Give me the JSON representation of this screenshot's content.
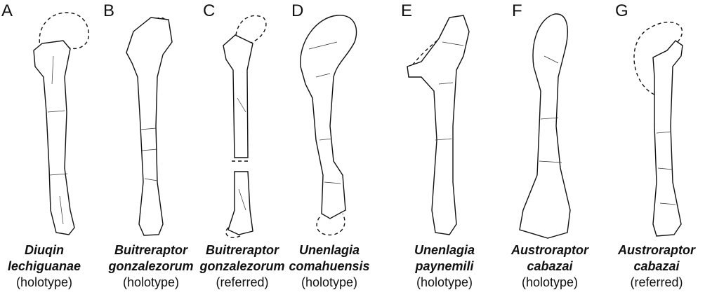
{
  "panels": [
    {
      "letter": "A",
      "species_line1": "Diuqin",
      "species_line2": "lechiguanae",
      "status": "(holotype)"
    },
    {
      "letter": "B",
      "species_line1": "Buitreraptor",
      "species_line2": "gonzalezorum",
      "status": "(holotype)"
    },
    {
      "letter": "C",
      "species_line1": "Buitreraptor",
      "species_line2": "gonzalezorum",
      "status": "(referred)"
    },
    {
      "letter": "D",
      "species_line1": "Unenlagia",
      "species_line2": "comahuensis",
      "status": "(holotype)"
    },
    {
      "letter": "E",
      "species_line1": "Unenlagia",
      "species_line2": "paynemili",
      "status": "(holotype)"
    },
    {
      "letter": "F",
      "species_line1": "Austroraptor",
      "species_line2": "cabazai",
      "status": "(holotype)"
    },
    {
      "letter": "G",
      "species_line1": "Austroraptor",
      "species_line2": "cabazai",
      "status": "(referred)"
    }
  ]
}
